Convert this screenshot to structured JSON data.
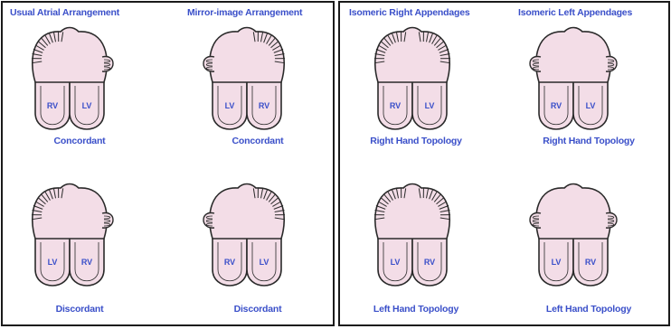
{
  "colors": {
    "heart_fill": "#f3dde7",
    "outline": "#2a2a2a",
    "label": "#3a4fc9",
    "border": "#1a1a1a"
  },
  "left_panel": {
    "headings": [
      "Usual Atrial Arrangement",
      "Mirror-image Arrangement"
    ],
    "hearts": [
      {
        "atria": "left",
        "left_ventricle": "RV",
        "right_ventricle": "LV",
        "caption": "Concordant"
      },
      {
        "atria": "right",
        "left_ventricle": "LV",
        "right_ventricle": "RV",
        "caption": "Concordant"
      },
      {
        "atria": "left",
        "left_ventricle": "LV",
        "right_ventricle": "RV",
        "caption": "Discordant"
      },
      {
        "atria": "right",
        "left_ventricle": "RV",
        "right_ventricle": "LV",
        "caption": "Discordant"
      }
    ]
  },
  "right_panel": {
    "headings": [
      "Isomeric Right Appendages",
      "Isomeric Left Appendages"
    ],
    "hearts": [
      {
        "atria": "both",
        "left_ventricle": "RV",
        "right_ventricle": "LV",
        "caption": "Right Hand Topology"
      },
      {
        "atria": "smooth",
        "left_ventricle": "RV",
        "right_ventricle": "LV",
        "caption": "Right Hand Topology"
      },
      {
        "atria": "both",
        "left_ventricle": "LV",
        "right_ventricle": "RV",
        "caption": "Left Hand Topology"
      },
      {
        "atria": "smooth",
        "left_ventricle": "LV",
        "right_ventricle": "RV",
        "caption": "Left Hand Topology"
      }
    ]
  }
}
